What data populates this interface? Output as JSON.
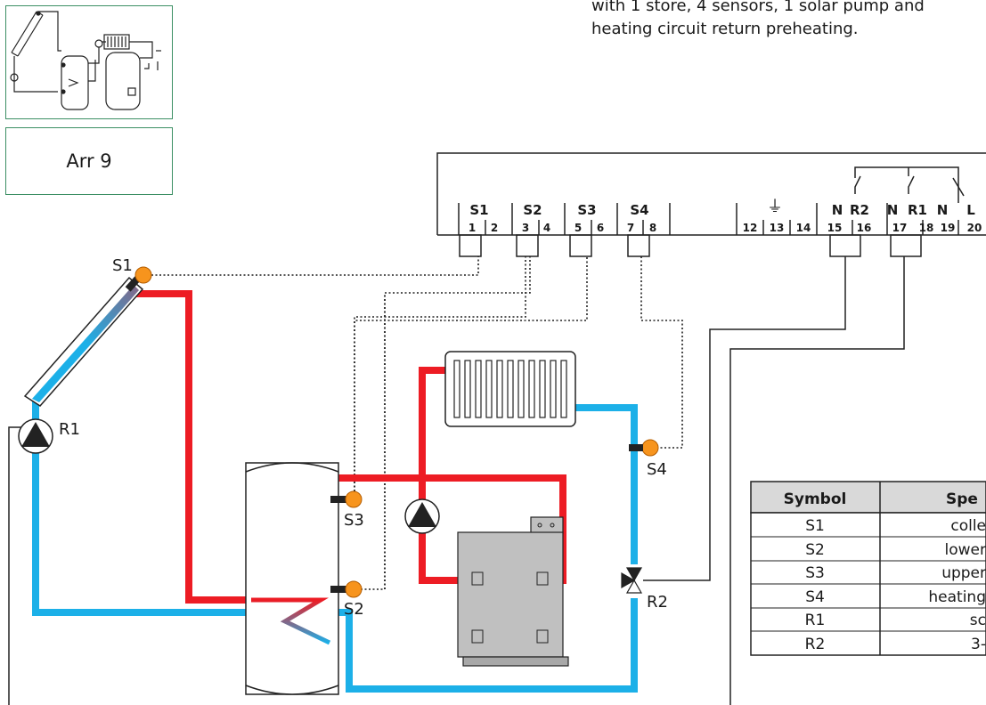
{
  "header": {
    "description_lines": [
      "with 1 store, 4 sensors, 1 solar pump and",
      "heating circuit return preheating."
    ],
    "arrangement_label": "Arr 9"
  },
  "terminal_block": {
    "sensor_groups": [
      "S1",
      "S2",
      "S3",
      "S4"
    ],
    "left_numbers": [
      "1",
      "2",
      "3",
      "4",
      "5",
      "6",
      "7",
      "8"
    ],
    "middle_numbers": [
      "12",
      "13",
      "14"
    ],
    "right_letters": [
      "N",
      "R2",
      "N",
      "R1",
      "N",
      "L"
    ],
    "right_numbers": [
      "15",
      "16",
      "17",
      "18",
      "19",
      "20"
    ],
    "ground_symbol": "⏚"
  },
  "diagram_labels": {
    "s1": "S1",
    "s2": "S2",
    "s3": "S3",
    "s4": "S4",
    "r1": "R1",
    "r2": "R2"
  },
  "colors": {
    "hot_pipe": "#ed1c24",
    "cold_pipe": "#1cb0e8",
    "sensor": "#f7941d",
    "border_green": "#3c8f64",
    "boiler_grey": "#c0c0c0"
  },
  "table": {
    "headers": [
      "Symbol",
      "Spe"
    ],
    "rows": [
      {
        "symbol": "S1",
        "spec": "colle"
      },
      {
        "symbol": "S2",
        "spec": "lower"
      },
      {
        "symbol": "S3",
        "spec": "upper"
      },
      {
        "symbol": "S4",
        "spec": "heating"
      },
      {
        "symbol": "R1",
        "spec": "sc"
      },
      {
        "symbol": "R2",
        "spec": "3-"
      }
    ]
  }
}
